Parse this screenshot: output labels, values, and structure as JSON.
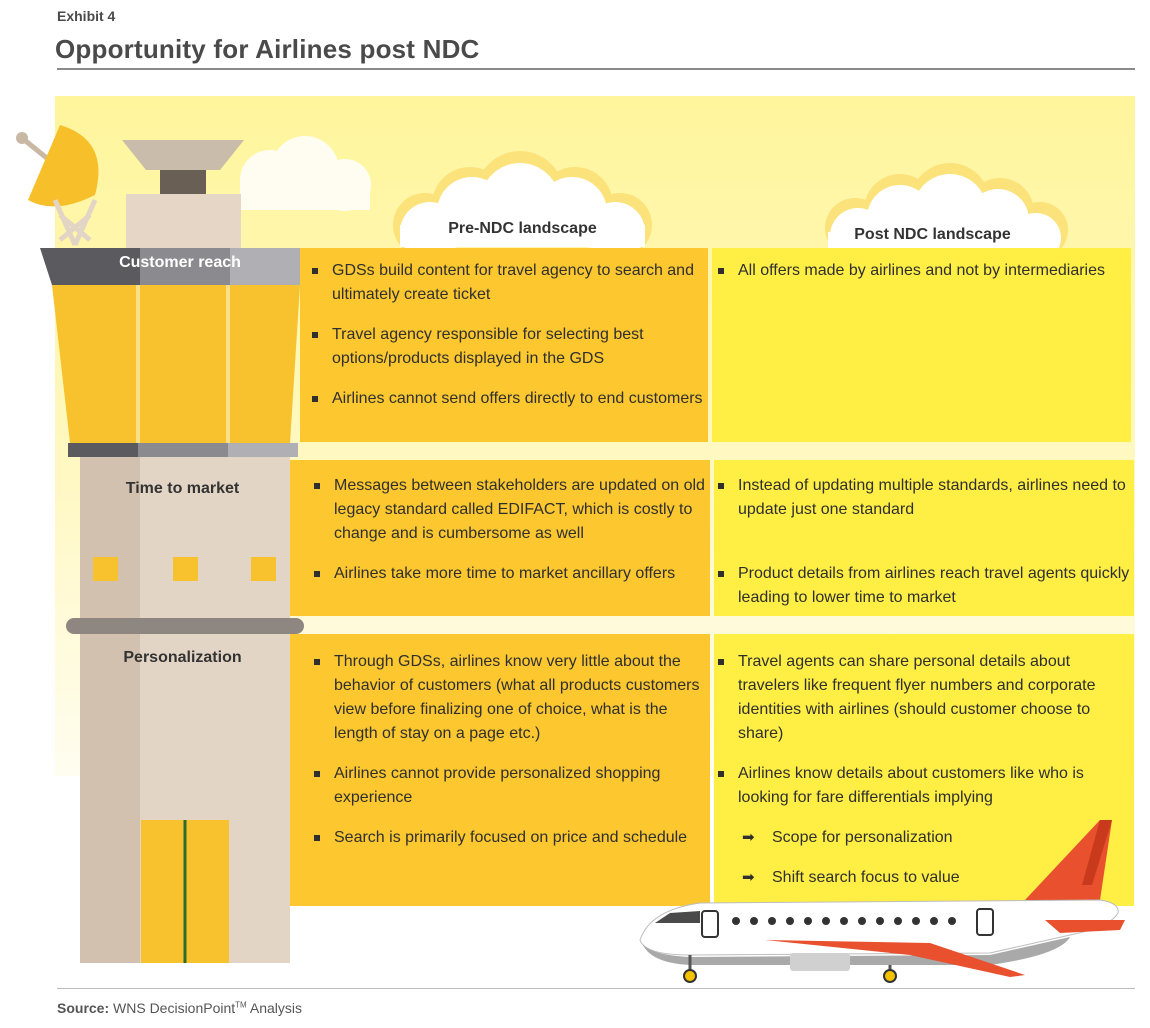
{
  "exhibit_label": "Exhibit 4",
  "title": "Opportunity for Airlines post NDC",
  "columns": {
    "pre": "Pre-NDC landscape",
    "post": "Post NDC landscape"
  },
  "rows": [
    {
      "label": "Customer reach",
      "pre": [
        "GDSs build content for travel agency to search and ultimately create ticket",
        "Travel agency responsible for selecting best options/products displayed in the GDS",
        "Airlines cannot send offers directly to end customers"
      ],
      "post": [
        "All offers made by airlines and not by intermediaries"
      ]
    },
    {
      "label": "Time to market",
      "pre": [
        "Messages between stakeholders are updated on old legacy standard called EDIFACT, which is costly to change and is cumbersome as well",
        "Airlines take more time to market ancillary offers"
      ],
      "post": [
        "Instead of updating multiple standards, airlines need to update just one standard",
        "Product details from airlines reach travel agents quickly leading to lower time to market"
      ]
    },
    {
      "label": "Personalization",
      "pre": [
        "Through GDSs, airlines know very little about the behavior of customers (what all products customers view before finalizing one of choice, what is the length of stay on a page etc.)",
        "Airlines cannot provide personalized shopping experience",
        "Search is primarily focused on price and schedule"
      ],
      "post": [
        "Travel agents can share personal details about travelers like frequent flyer numbers and corporate identities with airlines (should customer choose to share)",
        "Airlines know details about customers like who is looking for fare differentials implying"
      ],
      "post_sub": [
        "Scope for personalization",
        "Shift search focus to value"
      ]
    }
  ],
  "source_label": "Source:",
  "source_text": "WNS DecisionPoint",
  "source_tm": "TM",
  "source_suffix": " Analysis",
  "colors": {
    "pre_cell": "#fcc72f",
    "post_cell": "#ffee44",
    "background": "#fff59c",
    "plane_tail": "#e8502e",
    "tower": "#e3d5c5"
  }
}
